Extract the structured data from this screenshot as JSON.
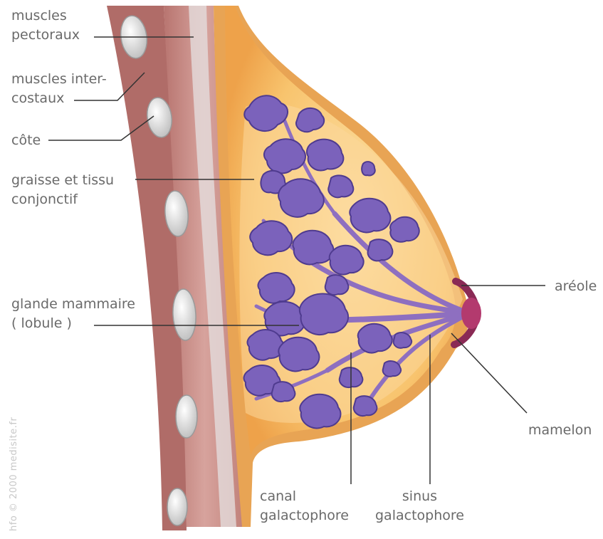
{
  "labels": {
    "pectoraux": [
      "muscles",
      "pectoraux"
    ],
    "intercostaux": [
      "muscles inter-",
      "costaux"
    ],
    "cote": [
      "côte"
    ],
    "graisse": [
      "graisse et tissu",
      "conjonctif"
    ],
    "glande": [
      "glande mammaire",
      "( lobule )"
    ],
    "canal": [
      "canal",
      "galactophore"
    ],
    "sinus": [
      "sinus",
      "galactophore"
    ],
    "areole": [
      "aréole"
    ],
    "mamelon": [
      "mamelon"
    ]
  },
  "watermark": "hfo © 2000 medisite.fr",
  "colors": {
    "muscle": "#c7857e",
    "fascia": "#d8d8d8",
    "fat": "#f6bd5e",
    "fat_light": "#fbd38a",
    "skin": "#e6a24a",
    "lobule": "#7b62bb",
    "lobule_dark": "#4f3b8f",
    "nipple": "#b33a6e",
    "leader": "#333333"
  }
}
